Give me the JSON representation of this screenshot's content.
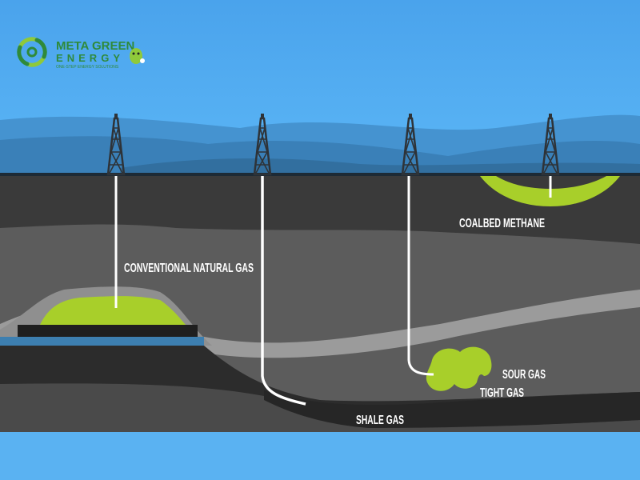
{
  "logo": {
    "line1": "META GREEN",
    "line2": "ENERGY",
    "tagline": "ONE-STEP ENERGY SOLUTIONS"
  },
  "labels": {
    "conventional": "CONVENTIONAL NATURAL GAS",
    "coalbed": "COALBED METHANE",
    "sour": "SOUR GAS",
    "tight": "TIGHT GAS",
    "shale": "SHALE GAS"
  },
  "colors": {
    "gas": "#a8cf2a",
    "sky": "#5ab2f2",
    "water": "#3d7fb0"
  }
}
